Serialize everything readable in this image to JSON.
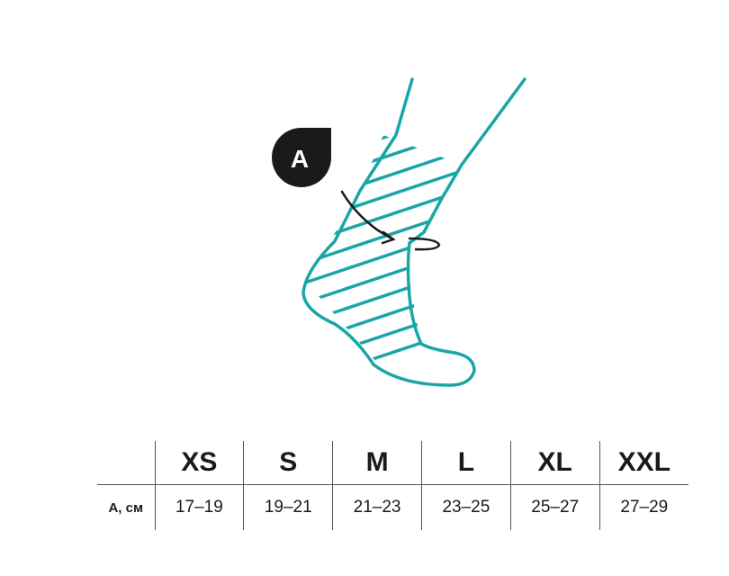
{
  "figure": {
    "marker_label": "A",
    "outline_color": "#1aa5a7",
    "marker_color": "#1a1a1a",
    "arrow_color": "#1a1a1a"
  },
  "size_table": {
    "corner": "",
    "sizes": [
      "XS",
      "S",
      "M",
      "L",
      "XL",
      "XXL"
    ],
    "row_label": "A, см",
    "values": [
      "17–19",
      "19–21",
      "21–23",
      "23–25",
      "25–27",
      "27–29"
    ]
  }
}
